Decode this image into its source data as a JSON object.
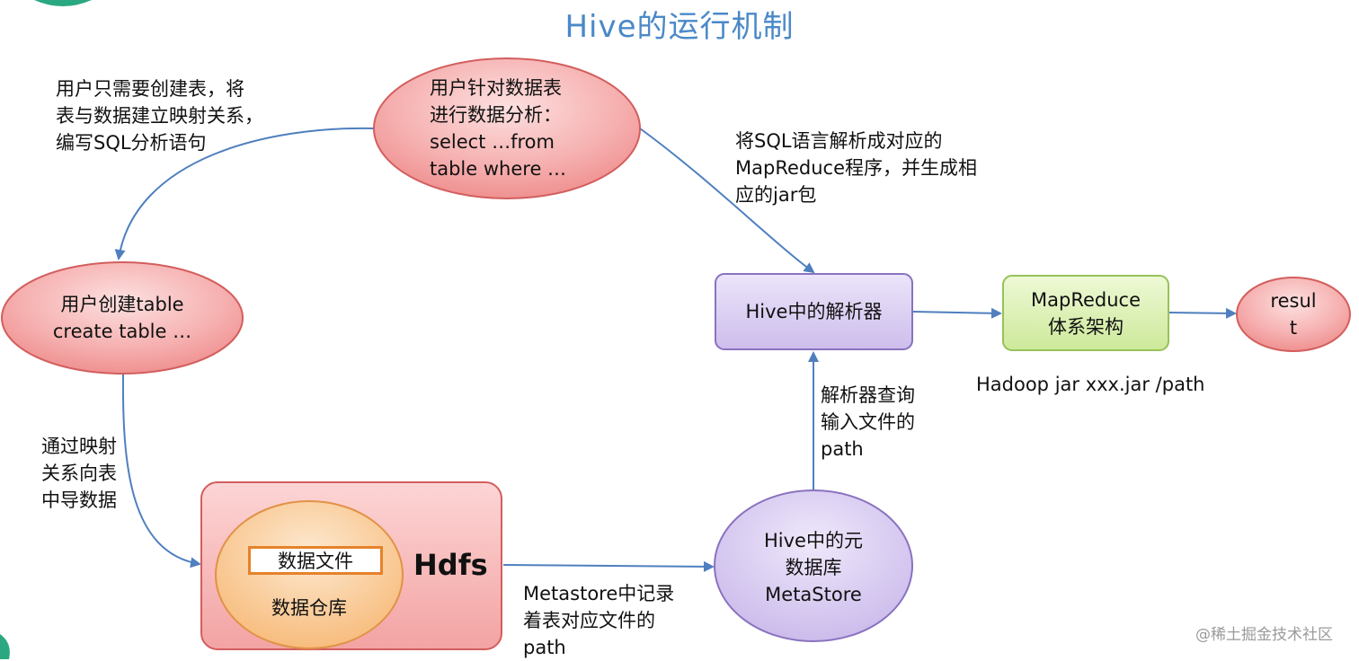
{
  "title": "Hive的运行机制",
  "nodes": {
    "query": "用户针对数据表\n进行数据分析：\nselect …from\ntable where …",
    "create": "用户创建table\ncreate table …",
    "parser": "Hive中的解析器",
    "mapreduce": "MapReduce\n体系架构",
    "result": "resul\nt",
    "metastore": "Hive中的元\n数据库\nMetaStore",
    "hdfs": "Hdfs",
    "warehouse": "数据仓库",
    "datafile": "数据文件"
  },
  "notes": {
    "user_steps": "用户只需要创建表，将\n表与数据建立映射关系，\n编写SQL分析语句",
    "sql_parse": "将SQL语言解析成对应的\nMapReduce程序，并生成相\n应的jar包",
    "parser_query": "解析器查询\n输入文件的\npath",
    "hadoop_cmd": "Hadoop jar xxx.jar /path",
    "mapping_import": "通过映射\n关系向表\n中导数据",
    "metastore_record": "Metastore中记录\n着表对应文件的\npath"
  },
  "watermark": "@稀土掘金技术社区",
  "colors": {
    "title": "#4a89c8",
    "red_fill": "#f39a9a",
    "red_stroke": "#d35e5e",
    "purple_fill": "#d4c6ee",
    "purple_stroke": "#8a72c0",
    "green_fill": "#dcf1b2",
    "green_stroke": "#96c25a",
    "orange_fill": "#fbd0a0",
    "orange_stroke": "#e09347",
    "arrow": "#4f7fbf"
  }
}
